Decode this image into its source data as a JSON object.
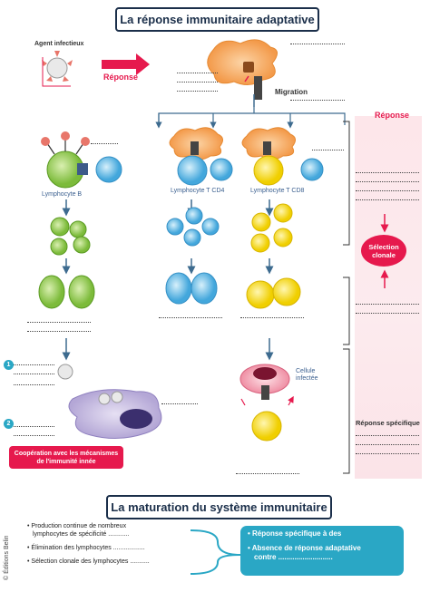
{
  "title": "La réponse immunitaire adaptative",
  "agent_label": "Agent infectieux",
  "reponse_arrow_label": "Réponse",
  "migration_label": "Migration",
  "cell_labels": {
    "lymphocyte_b": "Lymphocyte B",
    "lymphocyte_t_cd4": "Lymphocyte T CD4",
    "lymphocyte_t_cd8": "Lymphocyte T CD8",
    "cellule_infectee_line1": "Cellule",
    "cellule_infectee_line2": "infectée"
  },
  "side_panel": {
    "header": "Réponse",
    "selection_line1": "Sélection",
    "selection_line2": "clonale",
    "reponse_specifique": "Réponse spécifique"
  },
  "numbers": [
    "1",
    "2"
  ],
  "cooperation_line1": "Coopération avec les mécanismes",
  "cooperation_line2": "de l'immunité innée",
  "maturation_title": "La maturation du système immunitaire",
  "maturation_items": [
    "• Production continue de nombreux",
    "lymphocytes de spécificité ............",
    "• Élimination des lymphocytes ..................",
    "• Sélection clonale des lymphocytes ..........."
  ],
  "teal_items": [
    "• Réponse spécifique à des",
    "• Absence de réponse adaptative",
    "contre ..........................."
  ],
  "edition": "© Éditions Belin",
  "colors": {
    "title_border": "#1b2f4a",
    "accent_red": "#e6194d",
    "teal": "#2aa7c5",
    "b_cell_green": "#8cc63f",
    "cd4_blue": "#4fb4e6",
    "cd8_yellow": "#f5d90a",
    "dendritic_orange": "#f7a65a",
    "macrophage_purple": "#c7bde0",
    "panel_pink": "#fde6ea"
  }
}
